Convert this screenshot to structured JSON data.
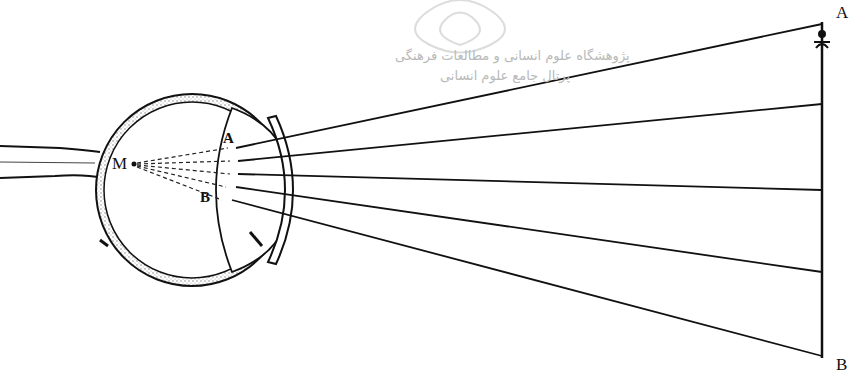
{
  "diagram": {
    "labels": [
      "M",
      "A",
      "B",
      "A",
      "B",
      "پژوهشگاه علوم انسانی و مطالعات فرهنگی",
      "پرتال جامع علوم انسانی"
    ]
  }
}
